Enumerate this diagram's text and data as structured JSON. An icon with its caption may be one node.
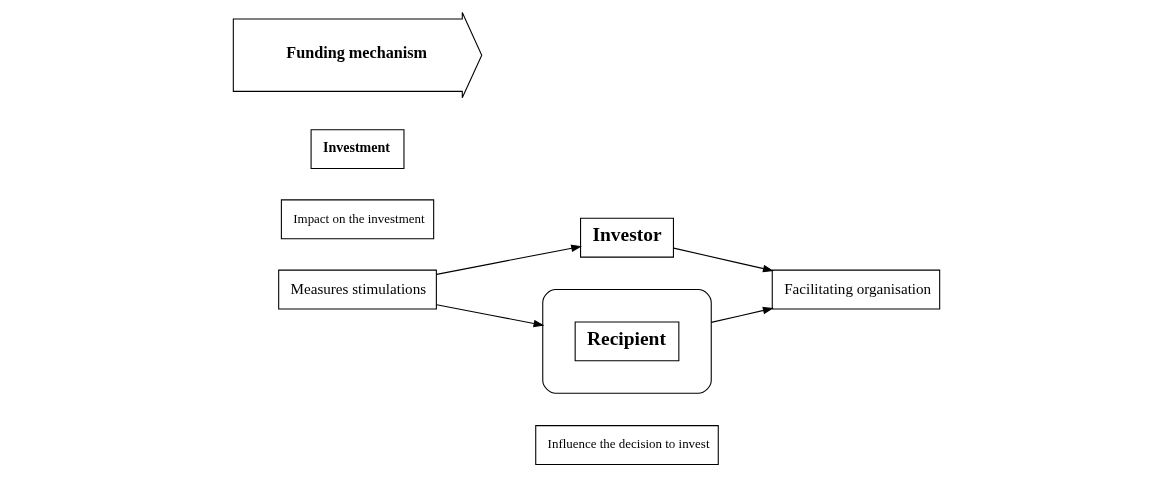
{
  "diagram": {
    "nodes": [
      {
        "text": [
          "Influence the decision to invest"
        ]
      },
      {
        "text": [
          "Measures stimulations"
        ]
      },
      {
        "text": [
          "Impact on the investment"
        ]
      },
      {
        "text": [
          "Investment"
        ]
      },
      {
        "text": [
          "Investor"
        ]
      },
      {
        "text": [
          "Funding mechanism"
        ]
      },
      {
        "text": [],
        "shape": "ellipse"
      },
      {
        "text": [
          "Recipient"
        ],
        "in": 6
      },
      {
        "text": [
          "Facilitating organisation"
        ]
      }
    ],
    "edges": [
      {
        "from": 1,
        "to": 4,
        "arrow": "to"
      },
      {
        "from": 1,
        "to": 6,
        "arrow": "to"
      },
      {
        "from": 4,
        "to": 8,
        "arrow": "to"
      },
      {
        "from": 6,
        "to": 8,
        "arrow": "to"
      }
    ]
  }
}
